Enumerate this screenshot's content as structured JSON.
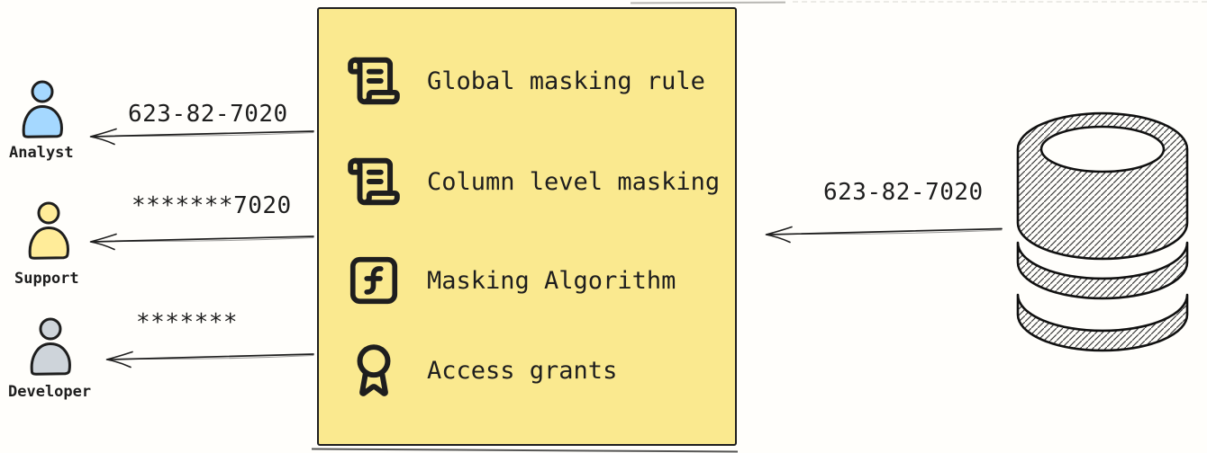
{
  "colors": {
    "stroke": "#1e1e1e",
    "background": "#fffefb"
  },
  "consumers": [
    {
      "name": "Analyst",
      "received_value": "623-82-7020",
      "fill": "#a5d8ff"
    },
    {
      "name": "Support",
      "received_value": "*******7020",
      "fill": "#ffec99"
    },
    {
      "name": "Developer",
      "received_value": "*******",
      "fill": "#ced4da"
    }
  ],
  "masking_box": {
    "fill": "#fae98f",
    "items": [
      {
        "icon": "scroll-text-icon",
        "label": "Global masking rule"
      },
      {
        "icon": "scroll-text-icon",
        "label": "Column level masking"
      },
      {
        "icon": "function-square-icon",
        "label": "Masking Algorithm"
      },
      {
        "icon": "award-icon",
        "label": "Access grants"
      }
    ]
  },
  "database": {
    "icon": "database-icon",
    "outgoing_value": "623-82-7020"
  }
}
